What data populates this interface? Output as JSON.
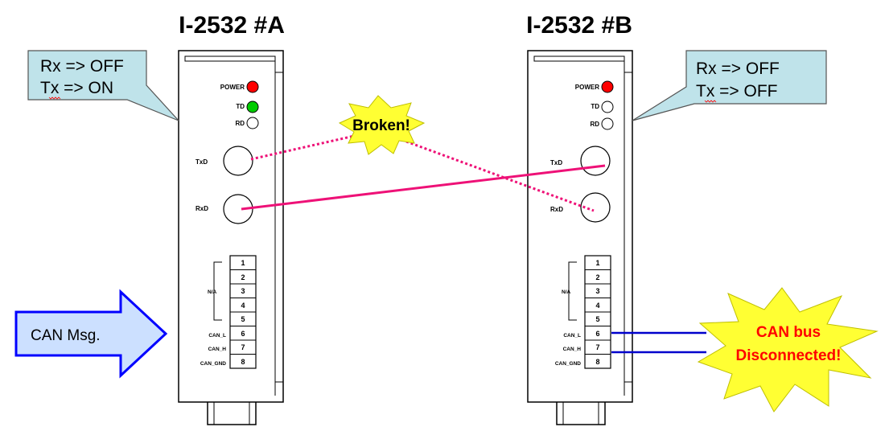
{
  "device_a": {
    "title": "I-2532 #A",
    "leds": [
      {
        "label": "POWER",
        "color": "#ff0000"
      },
      {
        "label": "TD",
        "color": "#00cc00"
      },
      {
        "label": "RD",
        "color": "#ffffff"
      }
    ],
    "ports": [
      "TxD",
      "RxD"
    ],
    "pins": [
      "1",
      "2",
      "3",
      "4",
      "5",
      "6",
      "7",
      "8"
    ],
    "pin_labels": {
      "na": "N/A",
      "can_l": "CAN_L",
      "can_h": "CAN_H",
      "can_gnd": "CAN_GND"
    },
    "callout": {
      "line1": "Rx => OFF",
      "line2": "Tx => ON"
    }
  },
  "device_b": {
    "title": "I-2532 #B",
    "leds": [
      {
        "label": "POWER",
        "color": "#ff0000"
      },
      {
        "label": "TD",
        "color": "#ffffff"
      },
      {
        "label": "RD",
        "color": "#ffffff"
      }
    ],
    "ports": [
      "TxD",
      "RxD"
    ],
    "pins": [
      "1",
      "2",
      "3",
      "4",
      "5",
      "6",
      "7",
      "8"
    ],
    "pin_labels": {
      "na": "N/A",
      "can_l": "CAN_L",
      "can_h": "CAN_H",
      "can_gnd": "CAN_GND"
    },
    "callout": {
      "line1": "Rx => OFF",
      "line2": "Tx => OFF"
    }
  },
  "broken_label": "Broken!",
  "can_arrow_label": "CAN Msg.",
  "disconnected": {
    "line1": "CAN bus",
    "line2": "Disconnected!"
  },
  "colors": {
    "fiber": "#ee1177",
    "can_wire": "#0000cc",
    "callout_fill": "#bfe3ea",
    "burst_fill": "#ffff33",
    "arrow_fill": "#cce0ff",
    "arrow_stroke": "#0000ff",
    "disconnected_text": "#ff0000"
  }
}
